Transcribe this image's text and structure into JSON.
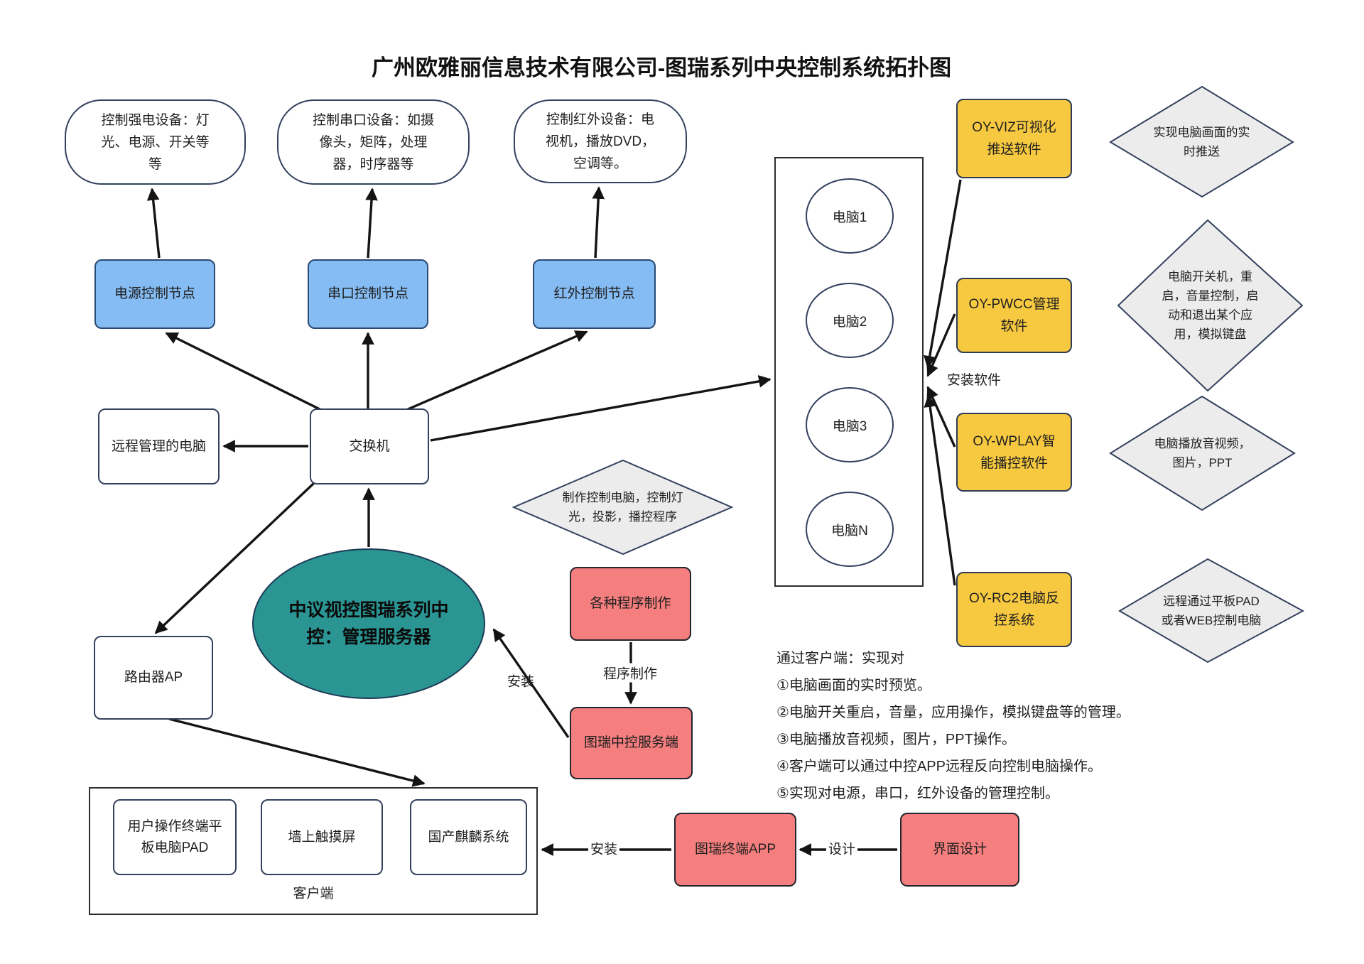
{
  "title": "广州欧雅丽信息技术有限公司-图瑞系列中央控制系统拓扑图",
  "top_devices": {
    "power": "控制强电设备：灯\n光、电源、开关等\n等",
    "serial": "控制串口设备：如摄\n像头，矩阵，处理\n器，时序器等",
    "ir": "控制红外设备：电\n视机，播放DVD，\n空调等。"
  },
  "control_nodes": {
    "power": "电源控制节点",
    "serial": "串口控制节点",
    "ir": "红外控制节点"
  },
  "network": {
    "remote_pc": "远程管理的电脑",
    "switch": "交换机",
    "router": "路由器AP"
  },
  "server": {
    "ellipse": "中议视控图瑞系列中\n控：管理服务器",
    "make_diamond": "制作控制电脑，控制灯\n光，投影，播控程序"
  },
  "computers": {
    "items": [
      "电脑1",
      "电脑2",
      "电脑3",
      "电脑N"
    ],
    "install_label": "安装软件"
  },
  "software": {
    "items": [
      {
        "name": "OY-VIZ可视化\n推送软件",
        "desc": "实现电脑画面的实\n时推送"
      },
      {
        "name": "OY-PWCC管理\n软件",
        "desc": "电脑开关机，重\n启，音量控制，启\n动和退出某个应\n用，模拟键盘"
      },
      {
        "name": "OY-WPLAY智\n能播控软件",
        "desc": "电脑播放音视频，\n图片，PPT"
      },
      {
        "name": "OY-RC2电脑反\n控系统",
        "desc": "远程通过平板PAD\n或者WEB控制电脑"
      }
    ]
  },
  "flow": {
    "program_making": "各种程序制作",
    "program_label": "程序制作",
    "central_server": "图瑞中控服务端",
    "install_server_label": "安装",
    "terminal_app": "图瑞终端APP",
    "install_app_label": "安装",
    "design_label": "设计",
    "ui_design": "界面设计"
  },
  "client": {
    "label": "客户端",
    "items": [
      "用户操作终端平\n板电脑PAD",
      "墙上触摸屏",
      "国产麒麟系统"
    ]
  },
  "notes": {
    "lines": [
      "通过客户端：实现对",
      "①电脑画面的实时预览。",
      "②电脑开关重启，音量，应用操作，模拟键盘等的管理。",
      "③电脑播放音视频，图片，PPT操作。",
      "④客户端可以通过中控APP远程反向控制电脑操作。",
      "⑤实现对电源，串口，红外设备的管理控制。"
    ]
  },
  "colors": {
    "node_blue": "#85bcf3",
    "server_teal": "#2b9593",
    "software_yellow": "#f7c941",
    "flow_red": "#f57e7e",
    "diamond_gray": "#ececec",
    "line_dark": "#141414"
  }
}
